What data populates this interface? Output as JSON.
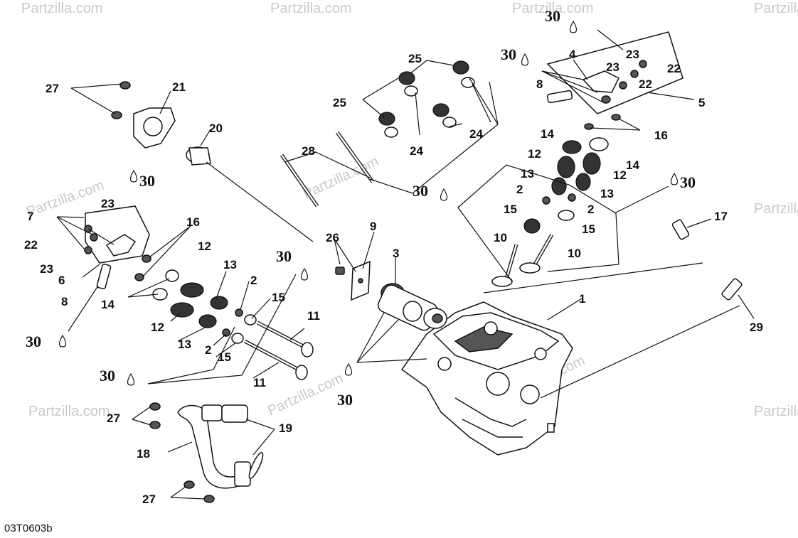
{
  "diagram": {
    "code": "03T0603b",
    "watermark": "Partzilla.com"
  },
  "callouts": {
    "c1": "1",
    "c2a": "2",
    "c2b": "2",
    "c2c": "2",
    "c2d": "2",
    "c3": "3",
    "c4": "4",
    "c5": "5",
    "c6": "6",
    "c7": "7",
    "c8a": "8",
    "c8b": "8",
    "c9": "9",
    "c10a": "10",
    "c10b": "10",
    "c11a": "11",
    "c11b": "11",
    "c12a": "12",
    "c12b": "12",
    "c12c": "12",
    "c12d": "12",
    "c13a": "13",
    "c13b": "13",
    "c13c": "13",
    "c13d": "13",
    "c14a": "14",
    "c14b": "14",
    "c14c": "14",
    "c15a": "15",
    "c15b": "15",
    "c15c": "15",
    "c15d": "15",
    "c16a": "16",
    "c16b": "16",
    "c17": "17",
    "c18": "18",
    "c19": "19",
    "c20": "20",
    "c21": "21",
    "c22a": "22",
    "c22b": "22",
    "c22c": "22",
    "c23a": "23",
    "c23b": "23",
    "c23c": "23",
    "c23d": "23",
    "c24a": "24",
    "c24b": "24",
    "c25a": "25",
    "c25b": "25",
    "c26": "26",
    "c27a": "27",
    "c27b": "27",
    "c27c": "27",
    "c28": "28",
    "c29": "29",
    "c30a": "30",
    "c30b": "30",
    "c30c": "30",
    "c30d": "30",
    "c30e": "30",
    "c30f": "30",
    "c30g": "30",
    "c30h": "30",
    "c30i": "30"
  }
}
